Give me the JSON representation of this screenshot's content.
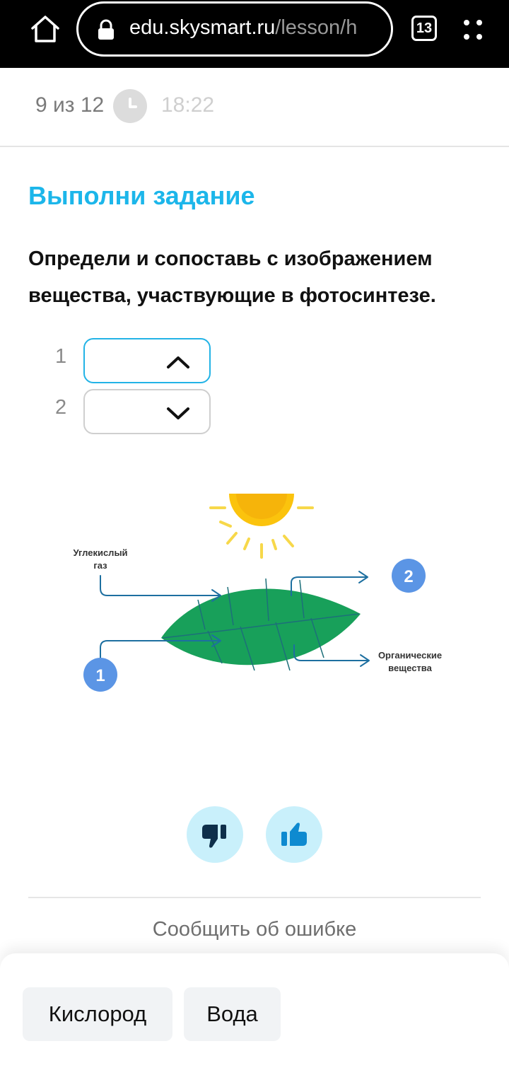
{
  "browser": {
    "url_domain": "edu.skysmart.ru",
    "url_path": "/lesson/h",
    "tab_count": "13"
  },
  "header": {
    "counter": "9 из 12",
    "timer": "18:22"
  },
  "task": {
    "title": "Выполни задание",
    "question_line1": "Определи и сопоставь с изображением",
    "question_line2": "вещества, участвующие в фотосинтезе."
  },
  "slots": [
    {
      "number": "1",
      "value": "",
      "state": "open"
    },
    {
      "number": "2",
      "value": "",
      "state": "closed"
    }
  ],
  "diagram": {
    "label_co2_line1": "Углекислый",
    "label_co2_line2": "газ",
    "label_organic_line1": "Органические",
    "label_organic_line2": "вещества",
    "marker1": "1",
    "marker2": "2",
    "colors": {
      "leaf": "#18a05a",
      "arrow": "#1d6fa0",
      "marker": "#5b95e5",
      "sun": "#fbc30d"
    }
  },
  "feedback": {
    "dislike_icon": "thumbs-down-icon",
    "like_icon": "thumbs-up-icon",
    "report_label": "Сообщить об ошибке"
  },
  "options": [
    "Кислород",
    "Вода"
  ],
  "colors": {
    "accent": "#1cb6ea"
  }
}
